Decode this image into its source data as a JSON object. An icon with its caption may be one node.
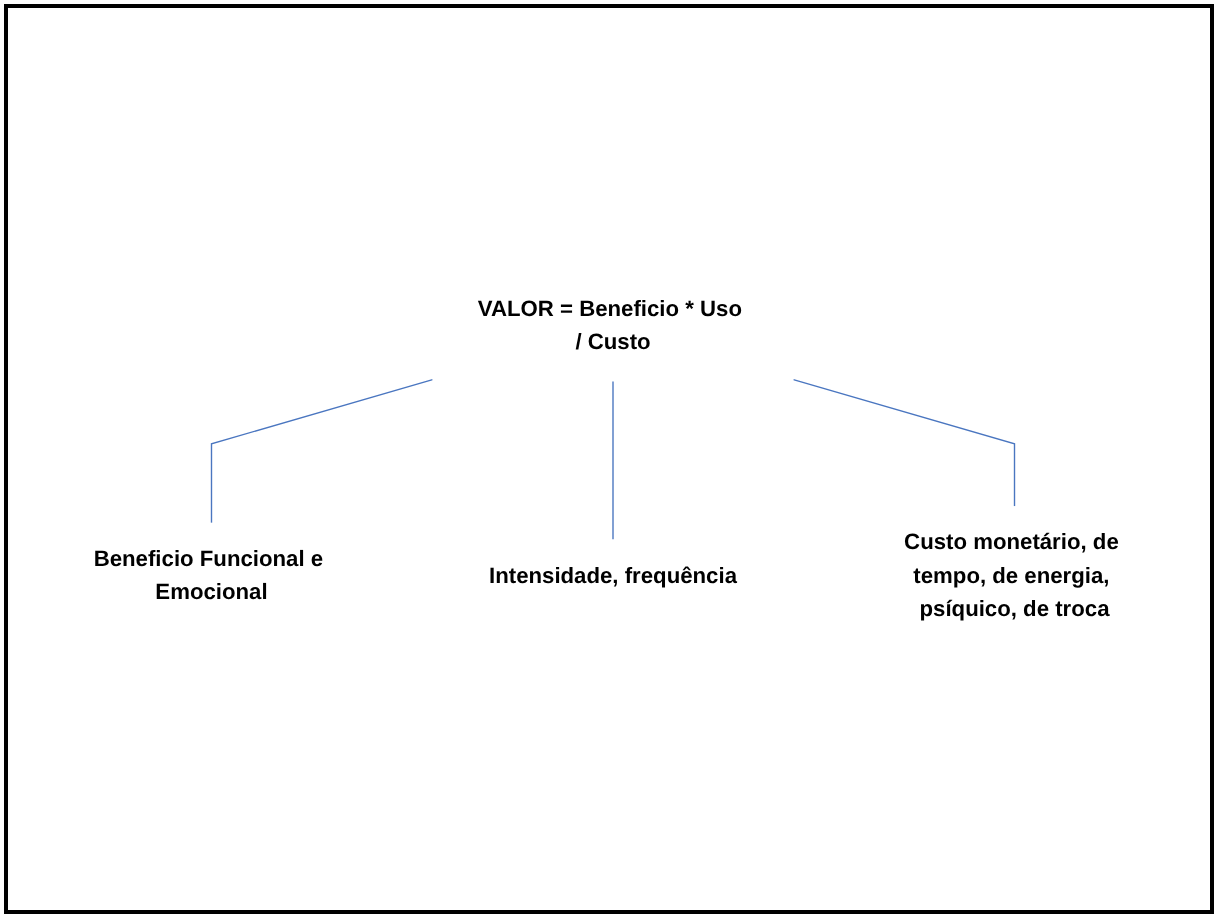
{
  "diagram": {
    "nodes": [
      {
        "text": [
          "VALOR = Beneficio * Uso / Custo"
        ]
      },
      {
        "text": [
          "Beneficio Funcional e Emocional"
        ]
      },
      {
        "text": [
          "Intensidade, frequência"
        ]
      },
      {
        "text": [
          "Custo monetário, de tempo, de energia, psíquico, de troca"
        ]
      }
    ],
    "edges": [
      {
        "from": 0,
        "to": 1,
        "arrow": "none"
      },
      {
        "from": 0,
        "to": 2,
        "arrow": "none"
      },
      {
        "from": 0,
        "to": 3,
        "arrow": "none"
      }
    ]
  }
}
